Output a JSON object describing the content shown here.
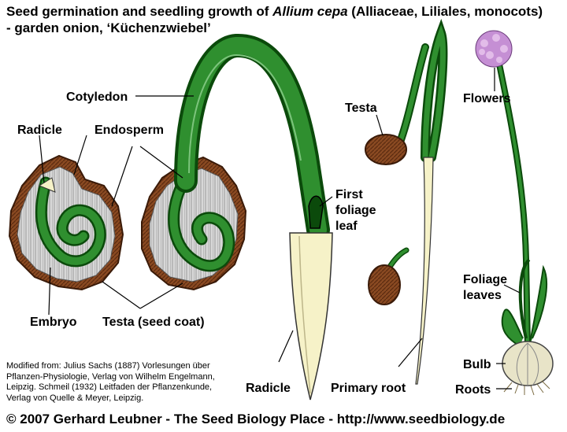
{
  "title": {
    "line1_prefix": "Seed germination and seedling growth of ",
    "line1_species": "Allium cepa",
    "line1_suffix": " (Alliaceae, Liliales, monocots)",
    "line2": "- garden onion, ‘Küchenzwiebel’"
  },
  "labels": {
    "radicle_seed": "Radicle",
    "endosperm": "Endosperm",
    "cotyledon": "Cotyledon",
    "embryo": "Embryo",
    "testa_seed_coat": "Testa (seed coat)",
    "first_foliage_1": "First",
    "first_foliage_2": "foliage",
    "first_foliage_3": "leaf",
    "radicle_seedling": "Radicle",
    "testa": "Testa",
    "primary_root": "Primary root",
    "flowers": "Flowers",
    "foliage_leaves_1": "Foliage",
    "foliage_leaves_2": "leaves",
    "bulb": "Bulb",
    "roots": "Roots"
  },
  "credit": [
    "Modified from: Julius Sachs (1887) Vorlesungen über",
    "Pflanzen-Physiologie, Verlag von Wilhelm Engelmann,",
    "Leipzig. Schmeil (1932) Leitfaden der Pflanzenkunde,",
    "Verlag von Quelle & Meyer, Leipzig."
  ],
  "footer": "© 2007 Gerhard Leubner - The Seed Biology Place - http://www.seedbiology.de",
  "colors": {
    "embryo_green": "#1f7a1f",
    "dark_green": "#0b4a0b",
    "testa_brown": "#7a3d1a",
    "endosperm_gray": "#c8c8c8",
    "radicle_cream": "#f6f2c8",
    "flower_lilac": "#c58fd4"
  }
}
